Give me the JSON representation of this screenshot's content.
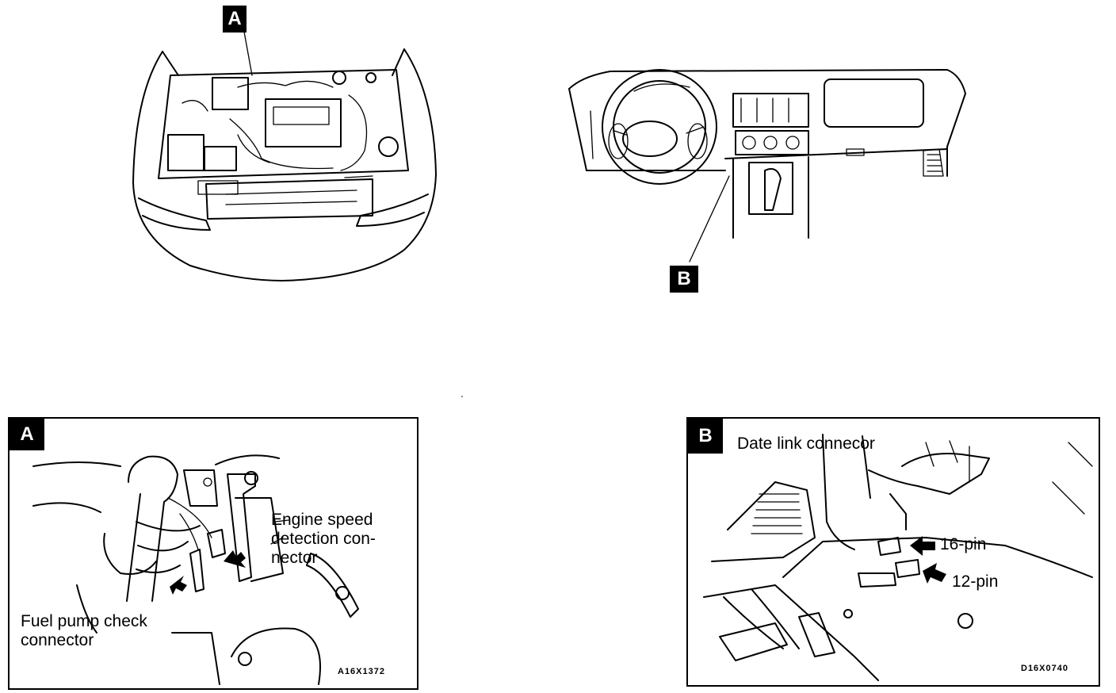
{
  "overview": {
    "badge_a": "A",
    "badge_b": "B"
  },
  "detail_a": {
    "badge": "A",
    "label_engine_speed": "Engine speed\ndetection con-\nnector",
    "label_fuel_pump": "Fuel pump check\nconnector",
    "figure_code": "A16X1372"
  },
  "detail_b": {
    "badge": "B",
    "title": "Date link connecor",
    "label_16pin": "16-pin",
    "label_12pin": "12-pin",
    "figure_code": "D16X0740"
  },
  "colors": {
    "ink": "#000000",
    "paper": "#ffffff"
  }
}
